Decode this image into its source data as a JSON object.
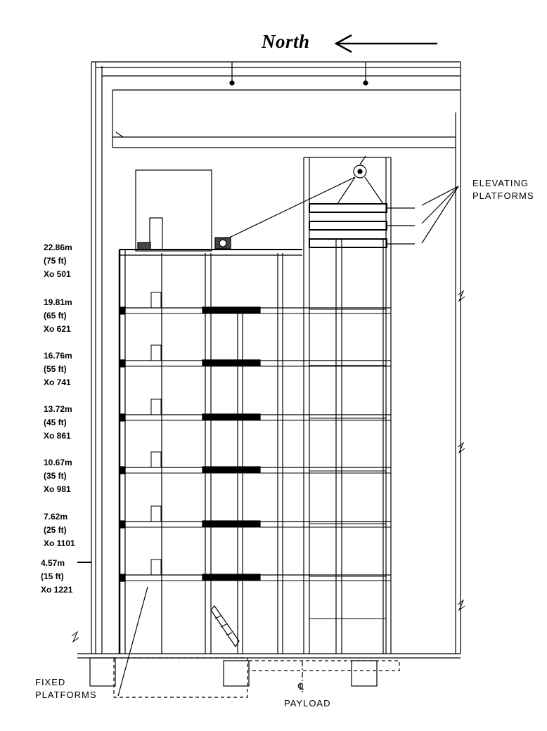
{
  "north": {
    "label": "North",
    "icon": "arrow-left-icon"
  },
  "levels": [
    {
      "elevation": "22.86m",
      "feet": "(75 ft)",
      "station": "Xo 501"
    },
    {
      "elevation": "19.81m",
      "feet": "(65 ft)",
      "station": "Xo 621"
    },
    {
      "elevation": "16.76m",
      "feet": "(55 ft)",
      "station": "Xo 741"
    },
    {
      "elevation": "13.72m",
      "feet": "(45 ft)",
      "station": "Xo 861"
    },
    {
      "elevation": "10.67m",
      "feet": "(35 ft)",
      "station": "Xo 981"
    },
    {
      "elevation": "7.62m",
      "feet": "(25 ft)",
      "station": "Xo 1101"
    },
    {
      "elevation": "4.57m",
      "feet": "(15 ft)",
      "station": "Xo 1221"
    }
  ],
  "labels": {
    "elevating_line1": "ELEVATING",
    "elevating_line2": "PLATFORMS",
    "fixed_line1": "FIXED",
    "fixed_line2": "PLATFORMS",
    "payload": "PAYLOAD",
    "centerline": "℄"
  }
}
